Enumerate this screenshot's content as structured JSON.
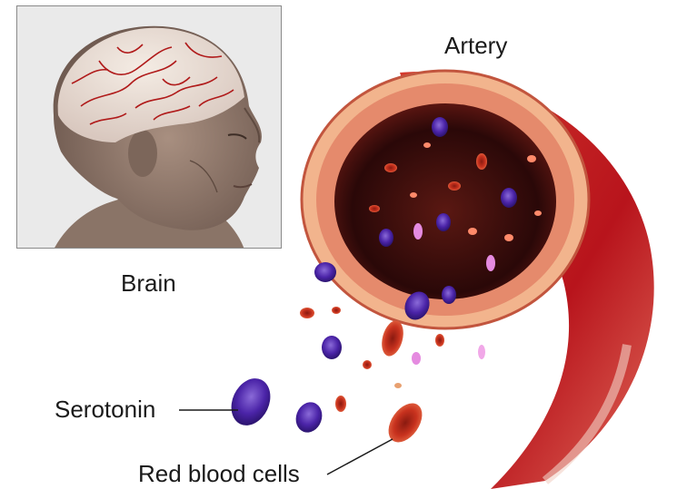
{
  "labels": {
    "brain": "Brain",
    "artery": "Artery",
    "serotonin": "Serotonin",
    "red_blood_cells": "Red blood cells"
  },
  "colors": {
    "vessel_red": "#b8141c",
    "vessel_wall": "#f2b48d",
    "lumen": "#3a0c0d",
    "serotonin": "#5a2fb2",
    "rbc": "#c8321e",
    "background": "#ffffff"
  }
}
